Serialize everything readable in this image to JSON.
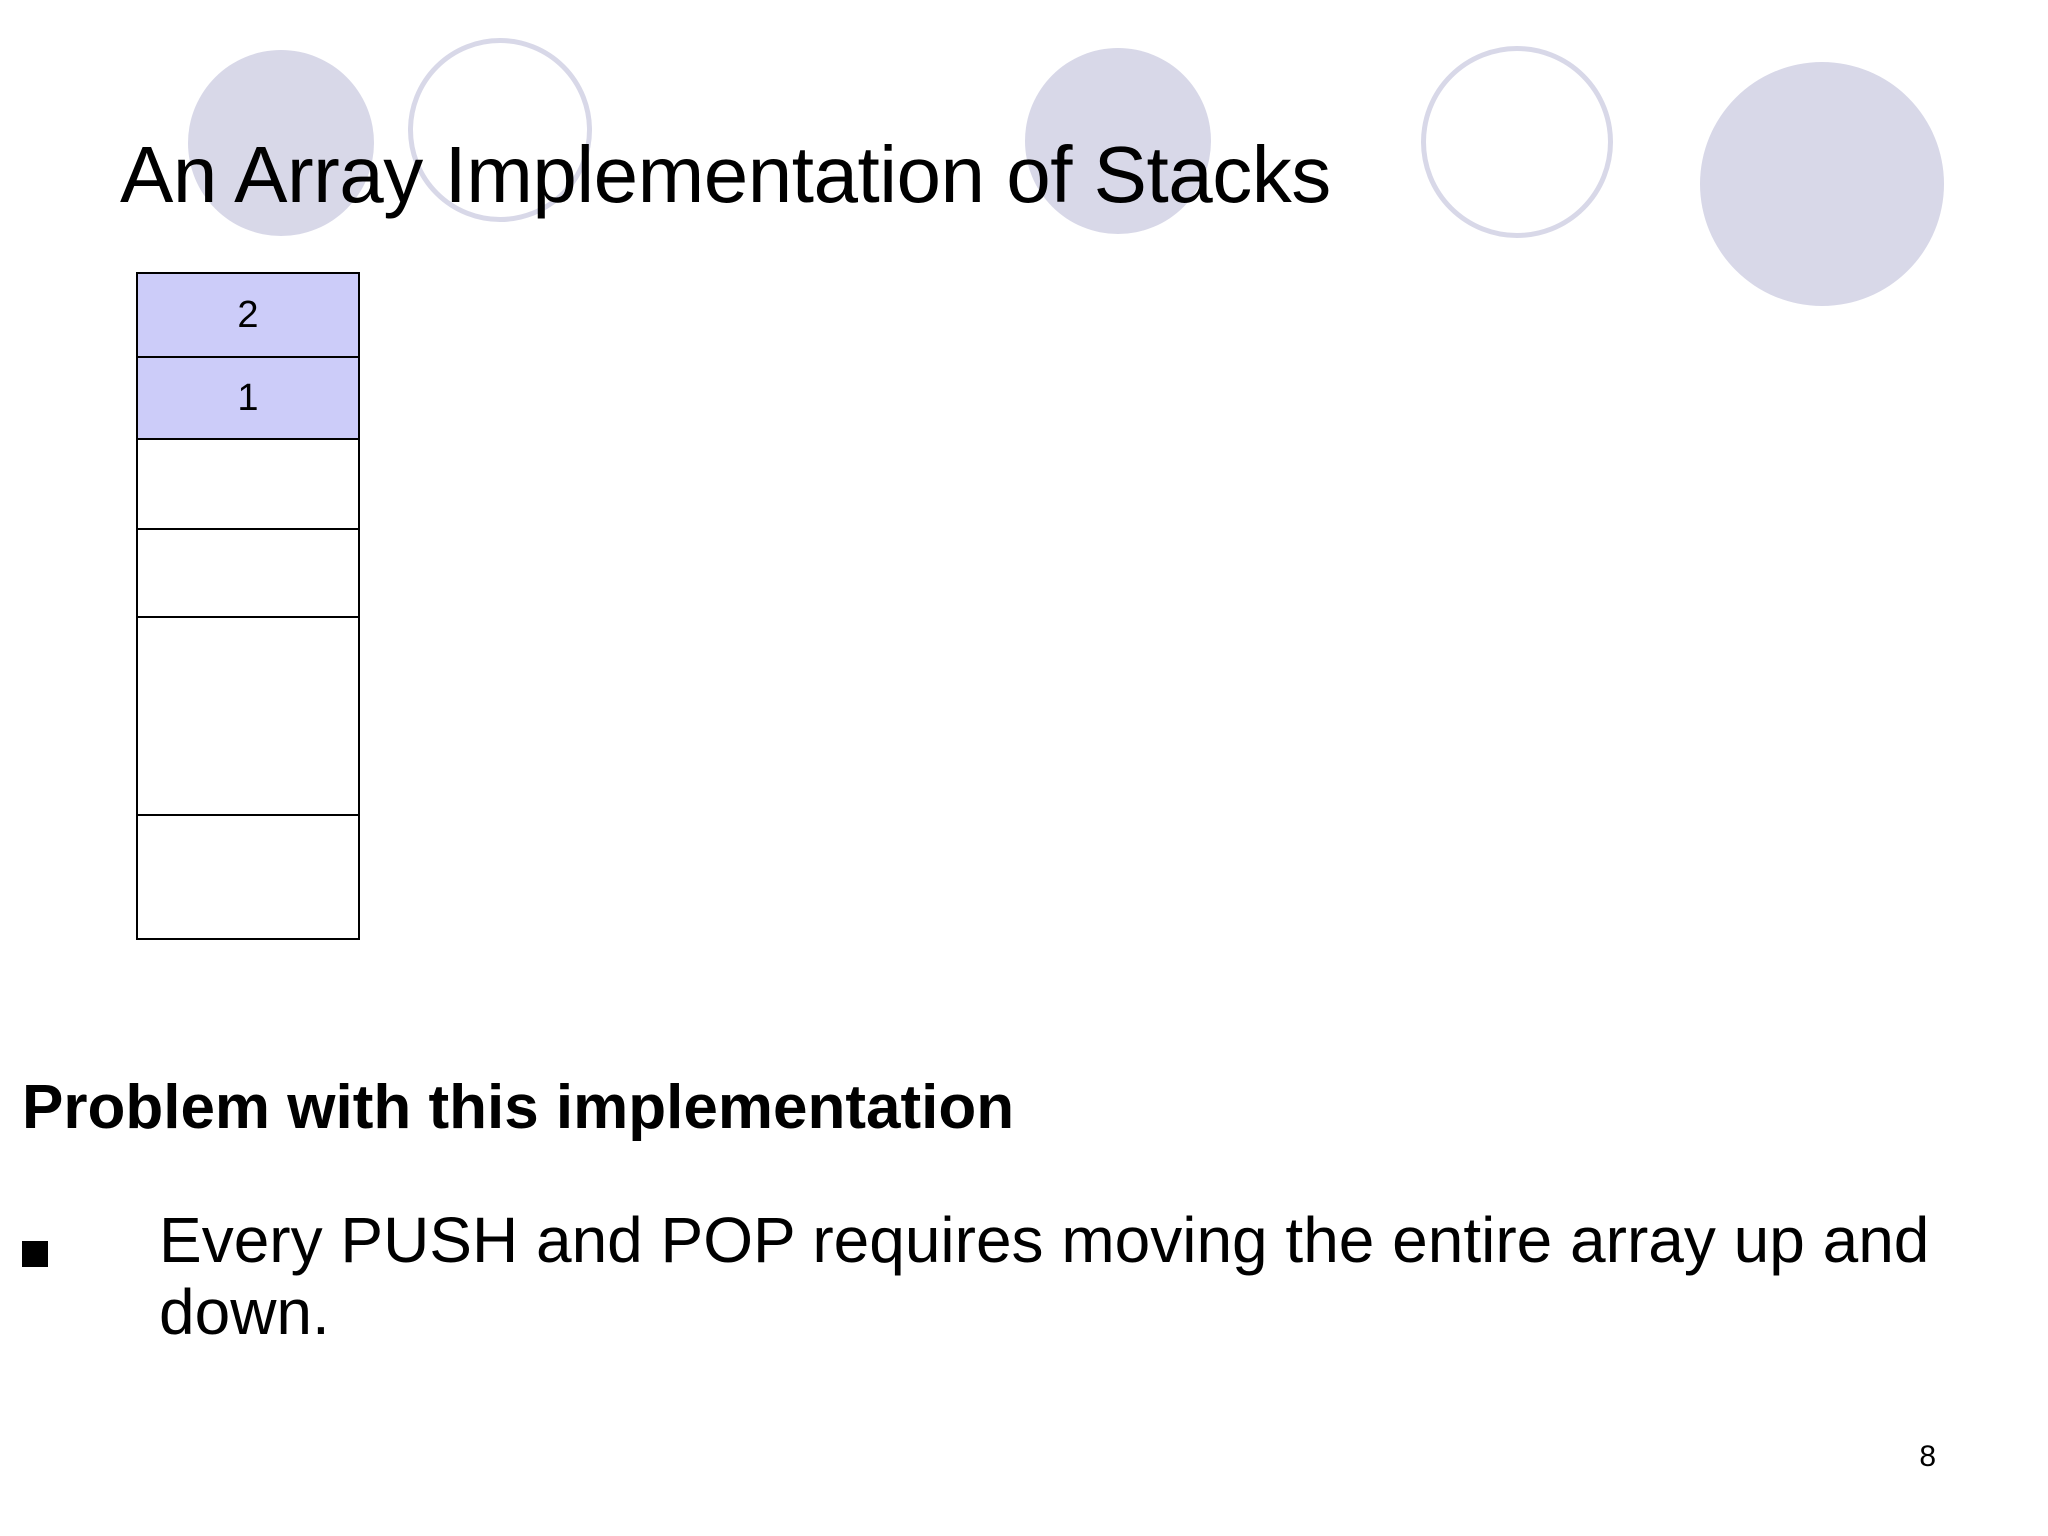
{
  "slide": {
    "title": "An Array Implementation of Stacks",
    "page_number": "8",
    "background_color": "#ffffff"
  },
  "decoration": {
    "circle_fill_color": "#d8d8e8",
    "circle_outline_color": "#d8d8e8",
    "circles": [
      {
        "style": "filled"
      },
      {
        "style": "outline"
      },
      {
        "style": "filled"
      },
      {
        "style": "outline"
      },
      {
        "style": "filled"
      }
    ]
  },
  "array_diagram": {
    "filled_cell_color": "#ccccf9",
    "empty_cell_color": "#ffffff",
    "border_color": "#000000",
    "cells": [
      {
        "value": "2",
        "filled": true
      },
      {
        "value": "1",
        "filled": true
      },
      {
        "value": "",
        "filled": false
      },
      {
        "value": "",
        "filled": false
      },
      {
        "value": "",
        "filled": false
      },
      {
        "value": "",
        "filled": false
      }
    ]
  },
  "body": {
    "subheading": "Problem with this implementation",
    "bullets": [
      {
        "marker": "square-bullet",
        "text": "Every PUSH and POP requires moving the entire array up and down."
      }
    ]
  }
}
